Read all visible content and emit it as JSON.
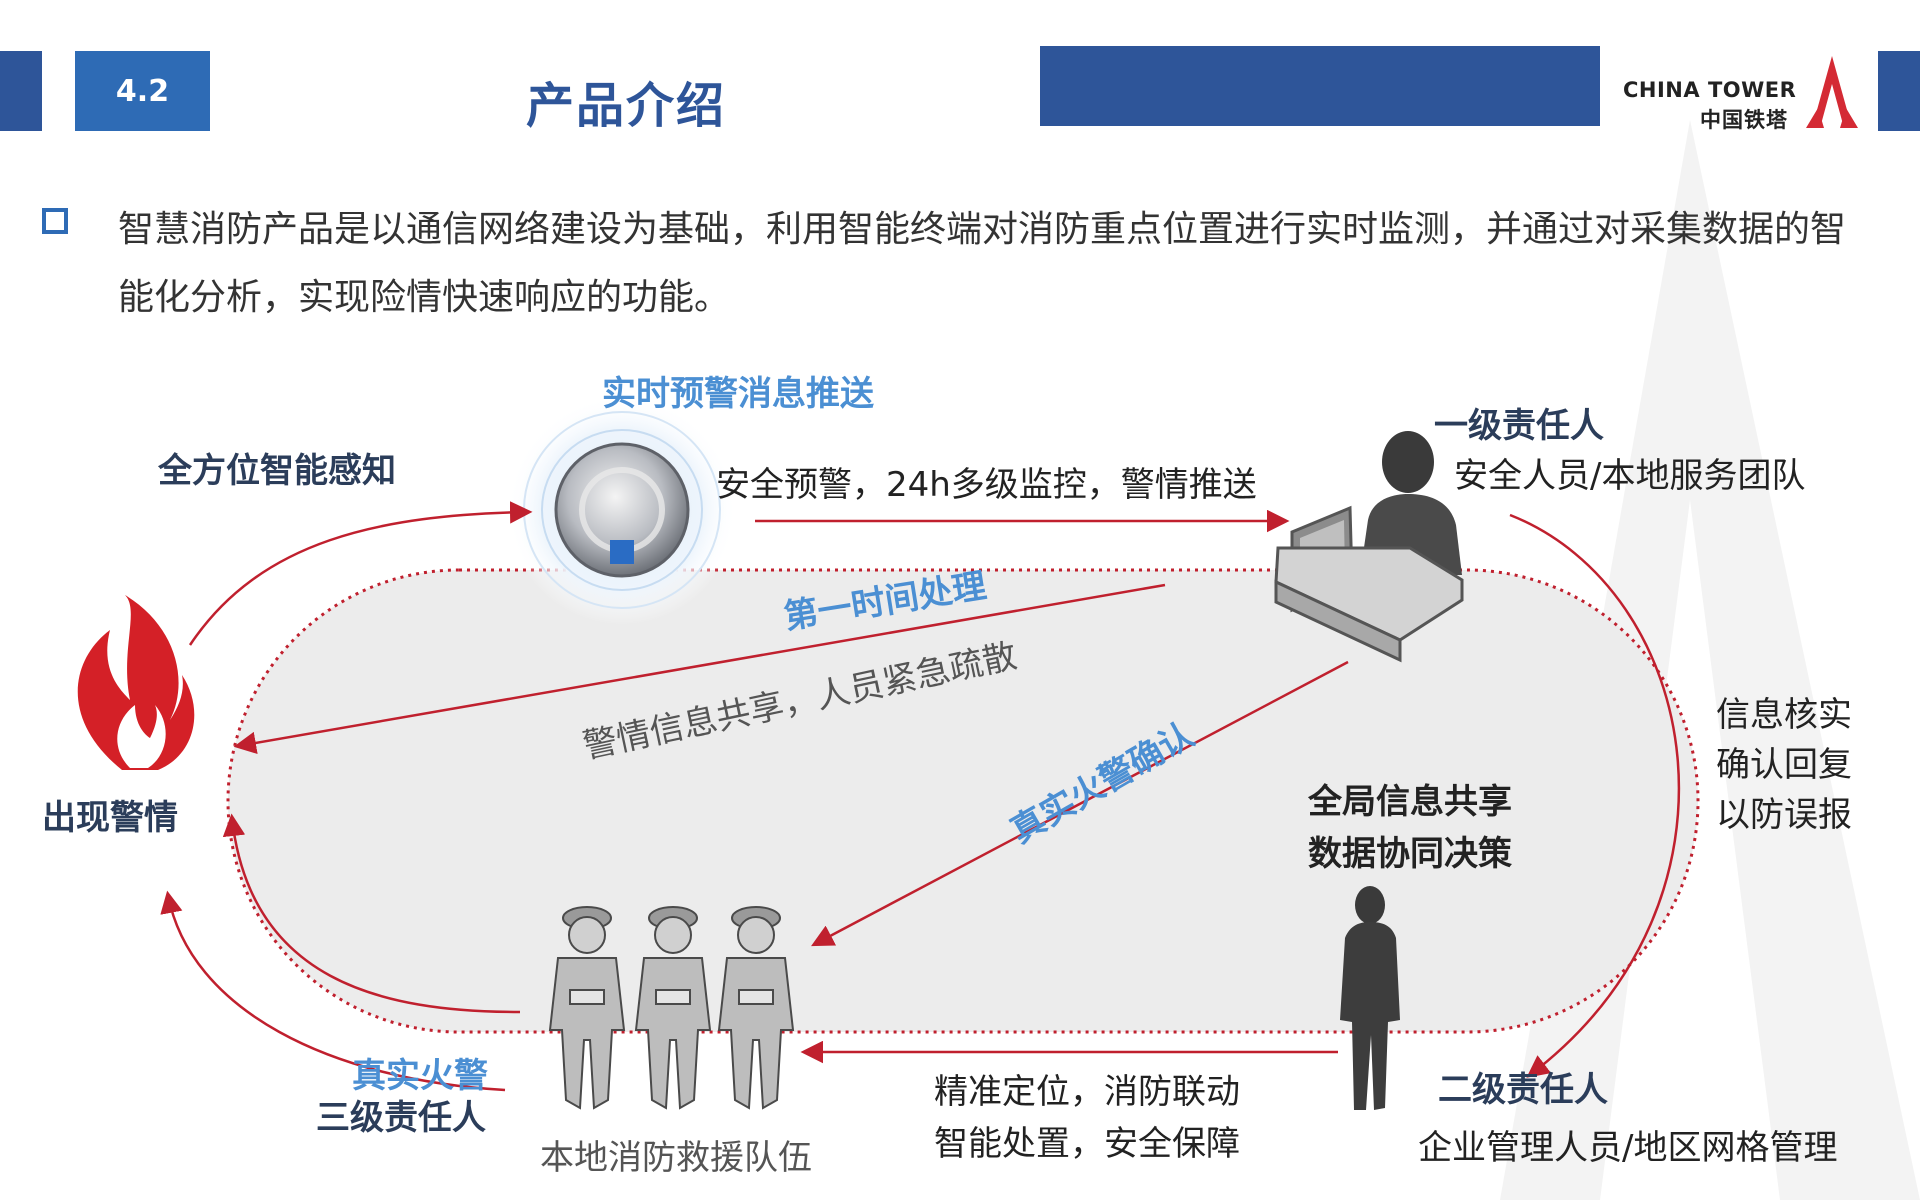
{
  "header": {
    "section_number": "4.2",
    "title": "产品介绍",
    "logo_en": "CHINA TOWER",
    "logo_cn": "中国铁塔"
  },
  "intro": {
    "text": "智慧消防产品是以通信网络建设为基础，利用智能终端对消防重点位置进行实时监测，并通过对采集数据的智能化分析，实现险情快速响应的功能。"
  },
  "diagram": {
    "perception": "全方位智能感知",
    "alert_push": "实时预警消息推送",
    "alert_desc": "安全预警，24h多级监控，警情推送",
    "first_responsible_title": "一级责任人",
    "first_responsible_desc": "安全人员/本地服务团队",
    "first_time": "第一时间处理",
    "share_evacuate": "警情信息共享，人员紧急疏散",
    "confirm_fire": "真实火警确认",
    "verify_lines": [
      "信息核实",
      "确认回复",
      "以防误报"
    ],
    "global_share_lines": [
      "全局信息共享",
      "数据协同决策"
    ],
    "alarm": "出现警情",
    "real_fire": "真实火警",
    "third_responsible": "三级责任人",
    "local_team": "本地消防救援队伍",
    "location_lines": [
      "精准定位，消防联动",
      "智能处置，安全保障"
    ],
    "second_responsible_title": "二级责任人",
    "second_responsible_desc": "企业管理人员/地区网格管理"
  },
  "colors": {
    "navy": "#2e5599",
    "blue": "#2e6bb5",
    "red": "#c0202e",
    "label_blue": "#4b8fd3"
  }
}
